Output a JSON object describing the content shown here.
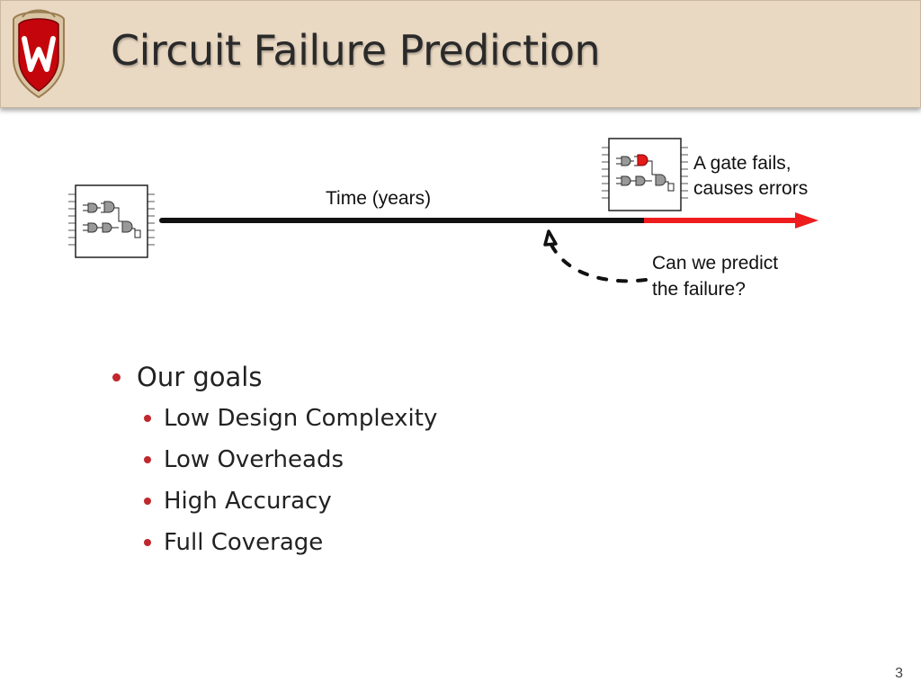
{
  "slide": {
    "title": "Circuit Failure Prediction",
    "page_number": "3"
  },
  "diagram": {
    "timeline_label": "Time (years)",
    "failure_caption_line1": "A gate fails,",
    "failure_caption_line2": "causes errors",
    "question_line1": "Can we predict",
    "question_line2": "the failure?",
    "colors": {
      "timeline": "#111111",
      "failure": "#ee1c1c",
      "failed_gate": "#e41b1b"
    }
  },
  "bullets": {
    "heading": "Our goals",
    "items": [
      "Low Design Complexity",
      "Low Overheads",
      "High Accuracy",
      "Full Coverage"
    ]
  },
  "icons": [
    "university-crest-icon",
    "healthy-chip-icon",
    "failed-chip-icon"
  ]
}
